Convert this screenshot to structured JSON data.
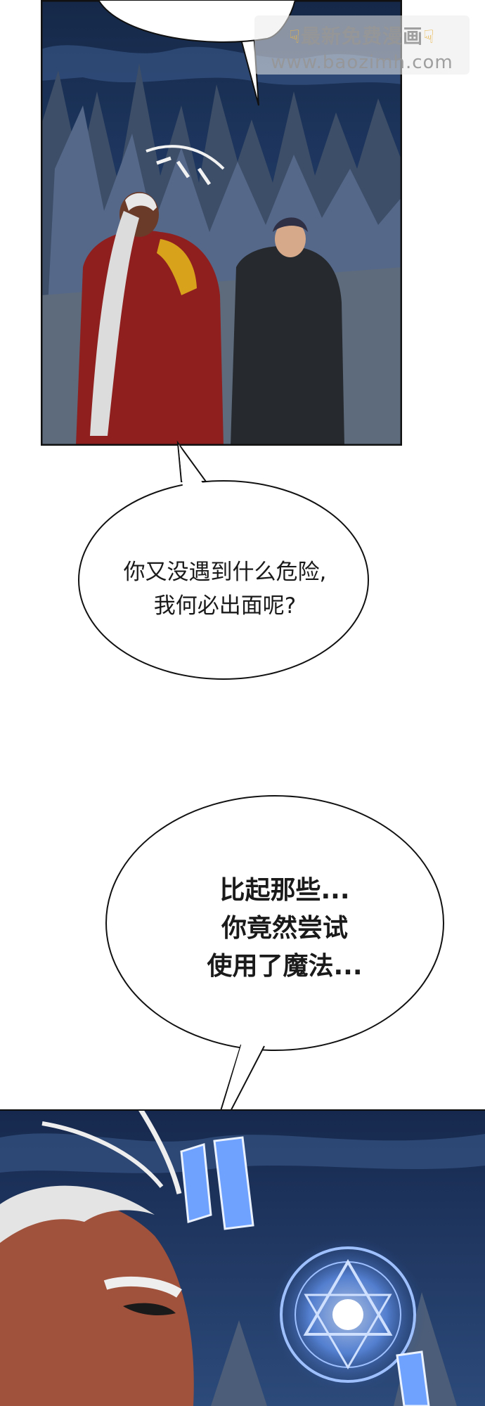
{
  "watermark": {
    "line1": "最新免费漫画",
    "line2": "www.baozimh.com",
    "icon_left": "pointing-down-hand-icon",
    "icon_right": "pointing-down-hand-icon"
  },
  "bubbles": [
    {
      "lines": [
        "你又没遇到什么危险,",
        "我何必出面呢?"
      ]
    },
    {
      "lines": [
        "比起那些...",
        "你竟然尝试",
        "使用了魔法..."
      ]
    }
  ],
  "colors": {
    "night_sky": "#1f3560",
    "rocks": "#4b5d78",
    "red_robe": "#8f1f1f",
    "black_cloak": "#262a2e",
    "magic_glow": "#6fa2ff"
  }
}
